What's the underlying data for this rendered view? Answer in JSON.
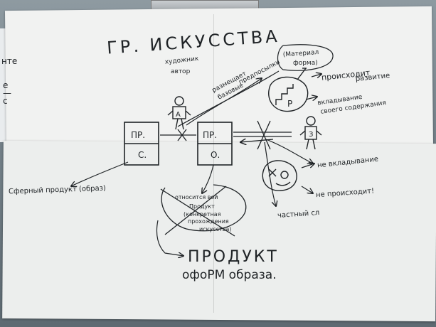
{
  "back_sheet_fragments": [
    "нте",
    "е",
    "—",
    "с"
  ],
  "title": "ГР. ИСКУССТВА",
  "labels": {
    "hudozhnik": "художник",
    "avtor": "автор",
    "material_1": "(Материал",
    "material_2": "форма)",
    "razmeshchaet_1": "размещает",
    "razmeshchaet_2": "базовые",
    "razmeshchaet_3": "предпосылки",
    "proiskhodit_1": "происходит",
    "proiskhodit_2": "развитие",
    "vkladyvanie_1": "вкладывание",
    "vkladyvanie_2": "своего содержания",
    "ne_vkladyvanie": "не вкладывание",
    "ne_proiskhodit": "не происходит!",
    "chastnyi": "частный сл",
    "sfera": "Сферный продукт (образ)",
    "otnosit_1": "относится вой",
    "otnosit_2": "Продукт",
    "otnosit_3": "(конкретная",
    "otnosit_4": "прохождения",
    "otnosit_5": "искусства)",
    "product": "ПРОДУКТ",
    "oform": "офоРМ образа."
  },
  "figures": {
    "a_letter": "А",
    "z_letter": "З",
    "r_letter": "Р"
  },
  "boxes": {
    "box1_top": "ПР.",
    "box1_bottom": "С.",
    "box2_top": "ПР.",
    "box2_bottom": "О."
  },
  "colors": {
    "ink": "#1f2326",
    "paper": "#f1f2f1",
    "wall": "#75828a"
  }
}
